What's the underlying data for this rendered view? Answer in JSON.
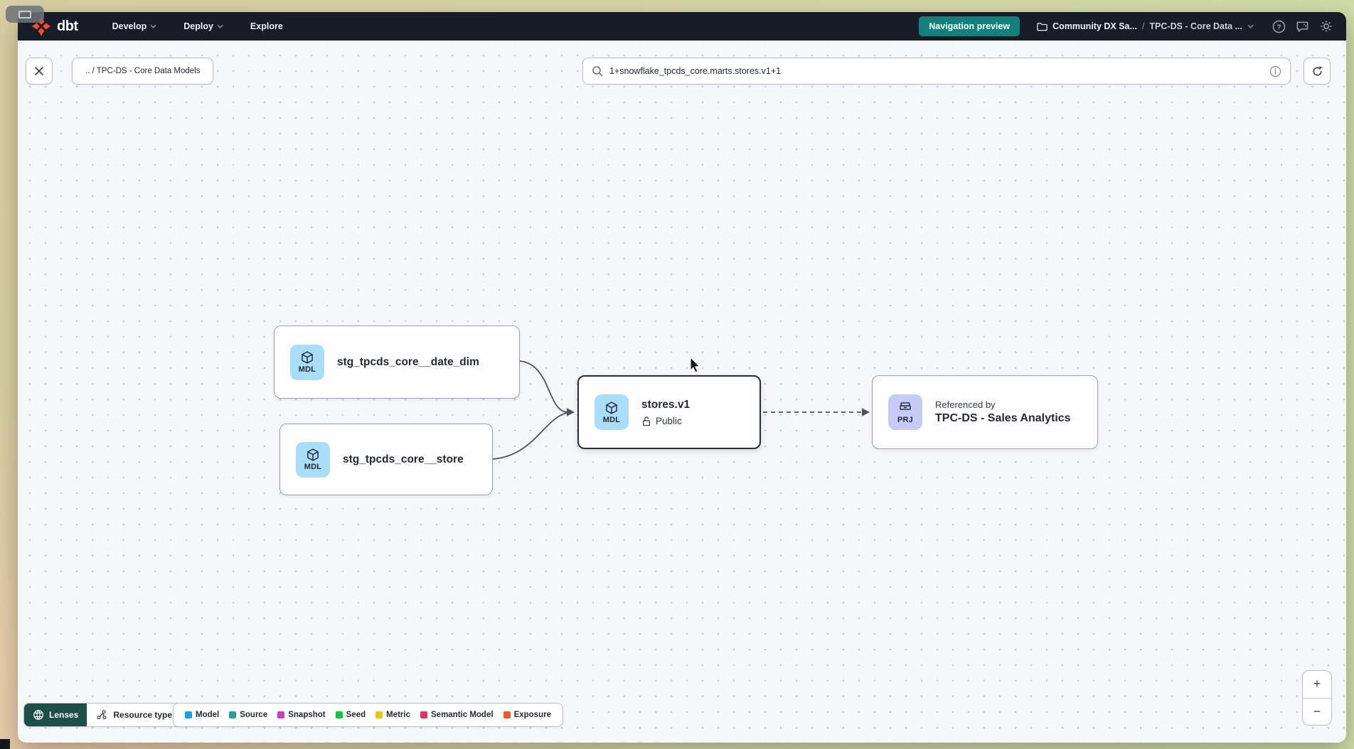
{
  "app": {
    "logo_text": "dbt"
  },
  "navbar": {
    "menu": [
      {
        "label": "Develop"
      },
      {
        "label": "Deploy"
      },
      {
        "label": "Explore"
      }
    ],
    "preview_badge": "Navigation preview",
    "breadcrumb": {
      "account": "Community DX Sa...",
      "separator": "/",
      "project": "TPC-DS - Core Data ..."
    }
  },
  "toolbar": {
    "path_chip": ".. / TPC-DS - Core Data Models",
    "search_value": "1+snowflake_tpcds_core.marts.stores.v1+1"
  },
  "graph": {
    "nodes": [
      {
        "id": "date_dim",
        "type_tag": "MDL",
        "label": "stg_tpcds_core__date_dim"
      },
      {
        "id": "store",
        "type_tag": "MDL",
        "label": "stg_tpcds_core__store"
      },
      {
        "id": "stores_v1",
        "type_tag": "MDL",
        "label": "stores.v1",
        "access": "Public",
        "selected": true
      },
      {
        "id": "sales_analytics",
        "type_tag": "PRJ",
        "title": "Referenced by",
        "label": "TPC-DS - Sales Analytics"
      }
    ]
  },
  "footer": {
    "lenses_label": "Lenses",
    "resource_type_label": "Resource type",
    "legend": [
      {
        "label": "Model",
        "color": "#1e9ee7"
      },
      {
        "label": "Source",
        "color": "#27a09d"
      },
      {
        "label": "Snapshot",
        "color": "#d33bbf"
      },
      {
        "label": "Seed",
        "color": "#10c73e"
      },
      {
        "label": "Metric",
        "color": "#e8c616"
      },
      {
        "label": "Semantic Model",
        "color": "#e72e5c"
      },
      {
        "label": "Exposure",
        "color": "#ef5a29"
      }
    ]
  },
  "zoom_controls": {
    "zoom_in": "+",
    "zoom_out": "−"
  },
  "icons": {
    "help": "?"
  },
  "colors": {
    "navbar_bg": "#171c28",
    "accent_teal": "#12817b",
    "lenses_bg": "#1d4f48",
    "model_tile": "#aadef8",
    "project_tile": "#c5cbf5",
    "logo_orange": "#ff4a2d"
  }
}
